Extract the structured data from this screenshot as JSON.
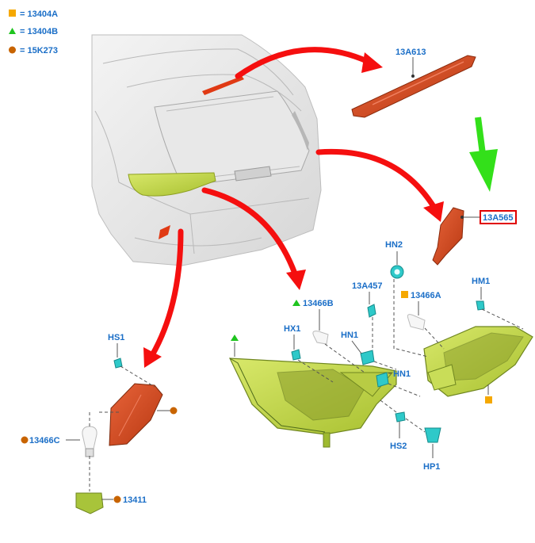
{
  "legend": [
    {
      "label": "= 13404A",
      "color": "#f5a800",
      "shape": "square"
    },
    {
      "label": "= 13404B",
      "color": "#1fc41f",
      "shape": "triangle"
    },
    {
      "label": "= 15K273",
      "color": "#c86400",
      "shape": "circle"
    }
  ],
  "callouts": {
    "p13a613": "13A613",
    "p13a565": "13A565",
    "hn2": "HN2",
    "p13a457": "13A457",
    "p13466a": "13466A",
    "hm1": "HM1",
    "p13466b": "13466B",
    "hx1": "HX1",
    "hn1_top": "HN1",
    "hn1_mid": "HN1",
    "hs1": "HS1",
    "hs2": "HS2",
    "hp1": "HP1",
    "p13466c": "13466C",
    "p13411": "13411"
  },
  "colors": {
    "arrow_red": "#f50f0f",
    "arrow_green": "#33e01a",
    "lens_green": "#c8dc50",
    "lamp_red": "#d84a1c",
    "highlight_box": "#e00000",
    "callout_blue": "#1a6ec7"
  },
  "highlighted_part": "13A565",
  "icons": [
    "square-marker-icon",
    "triangle-marker-icon",
    "circle-marker-icon",
    "red-arrow-icon",
    "green-arrow-icon"
  ]
}
